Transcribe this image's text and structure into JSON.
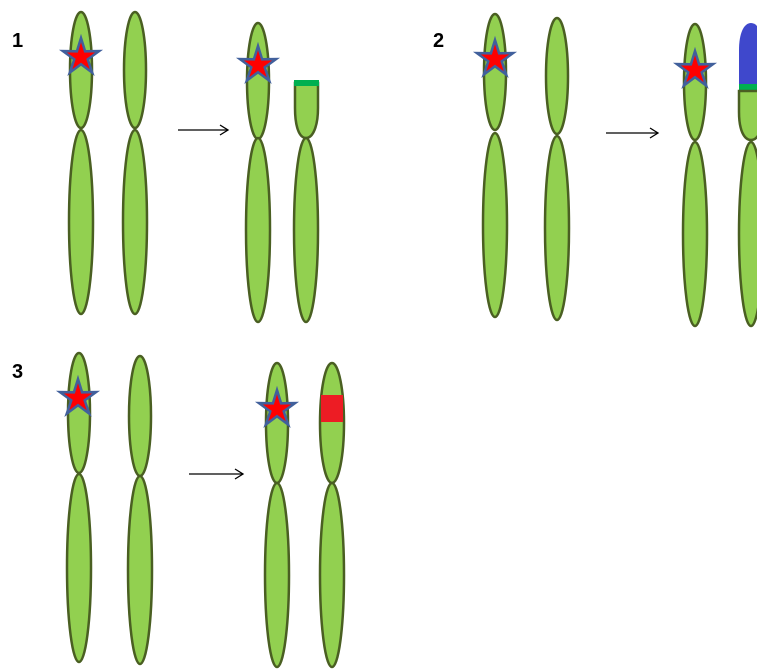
{
  "panels": [
    {
      "number": "1"
    },
    {
      "number": "2"
    },
    {
      "number": "3"
    }
  ],
  "colors": {
    "chromosome_fill": "#92d050",
    "chromosome_outline": "#4a5f22",
    "star_fill": "#ff0000",
    "star_outline": "#41609c",
    "telomere_cap": "#00b050",
    "translocated_segment": "#3f48cc",
    "duplicated_band": "#ed1c24",
    "arrow": "#000000"
  },
  "icons": {
    "marker": "star-icon",
    "transition": "right-arrow-icon"
  }
}
